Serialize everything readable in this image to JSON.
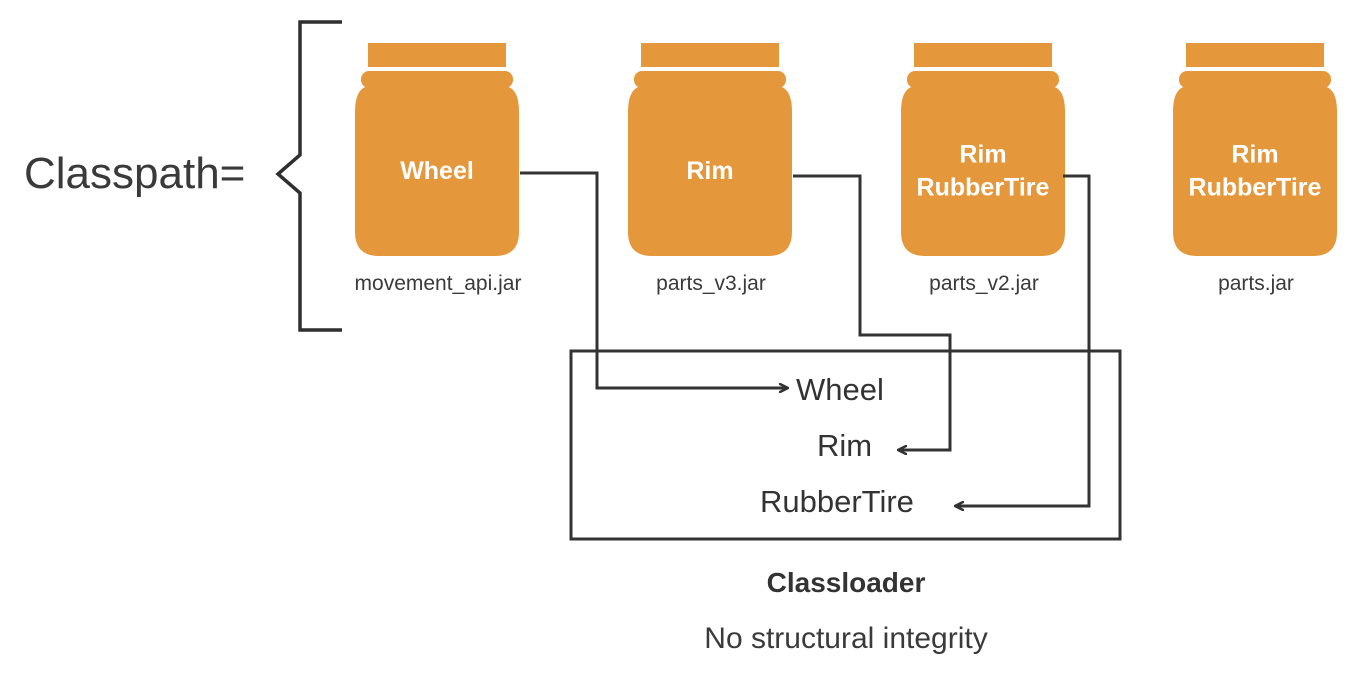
{
  "classpath_label": "Classpath=",
  "colors": {
    "jar": "#e5973c",
    "line": "#333333",
    "text": "#3a3a3a"
  },
  "jars": [
    {
      "file": "movement_api.jar",
      "classes": [
        "Wheel"
      ]
    },
    {
      "file": "parts_v3.jar",
      "classes": [
        "Rim"
      ]
    },
    {
      "file": "parts_v2.jar",
      "classes": [
        "Rim",
        "RubberTire"
      ]
    },
    {
      "file": "parts.jar",
      "classes": [
        "Rim",
        "RubberTire"
      ]
    }
  ],
  "classloader": {
    "title": "Classloader",
    "subtitle": "No structural integrity",
    "loaded_classes": [
      "Wheel",
      "Rim",
      "RubberTire"
    ]
  }
}
